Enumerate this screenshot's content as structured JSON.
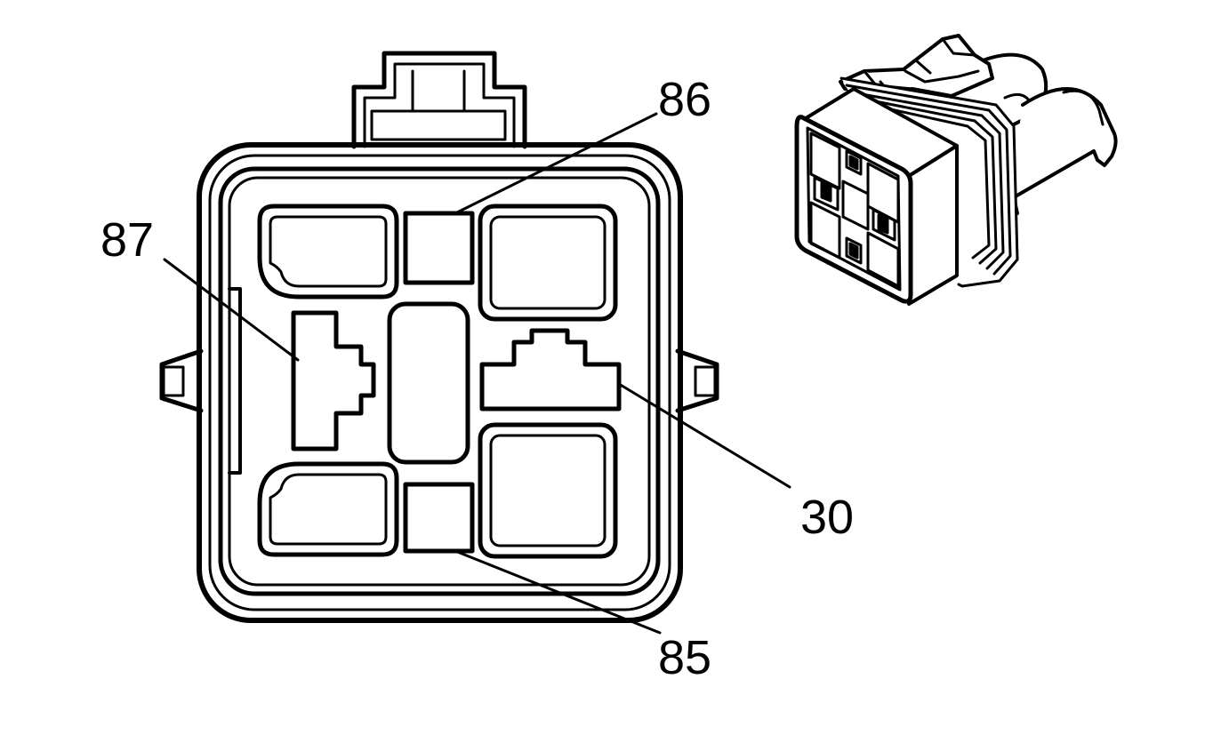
{
  "terminals": {
    "t86": "86",
    "t87": "87",
    "t30": "30",
    "t85": "85"
  },
  "style": {
    "stroke": "#000000",
    "fill": "#ffffff",
    "background": "#ffffff"
  }
}
